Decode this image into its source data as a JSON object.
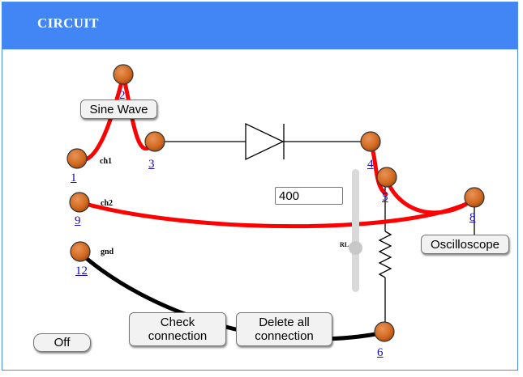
{
  "header": {
    "title": "CIRCUIT"
  },
  "terminals": [
    {
      "id": "1",
      "label": "1",
      "channel": "ch1"
    },
    {
      "id": "2",
      "label": "2"
    },
    {
      "id": "3",
      "label": "3"
    },
    {
      "id": "4",
      "label": "4"
    },
    {
      "id": "5",
      "label": "5"
    },
    {
      "id": "6",
      "label": "6"
    },
    {
      "id": "8",
      "label": "8"
    },
    {
      "id": "9",
      "label": "9",
      "channel": "ch2"
    },
    {
      "id": "12",
      "label": "12",
      "channel": "gnd"
    }
  ],
  "components": {
    "sine_wave_label": "Sine Wave",
    "oscilloscope_label": "Oscilloscope",
    "resistor_slider_label": "RL",
    "diode": "diode",
    "resistor": "resistor"
  },
  "resistance_input": {
    "value": "400"
  },
  "buttons": {
    "check": "Check connection",
    "delete": "Delete all connection",
    "off": "Off"
  },
  "wires": [
    {
      "from": "2",
      "to": "1",
      "color": "#ff0000"
    },
    {
      "from": "2",
      "to": "3",
      "color": "#ff0000"
    },
    {
      "from": "4",
      "to": "5",
      "color": "#ff0000"
    },
    {
      "from": "5",
      "to": "8",
      "color": "#ff0000"
    },
    {
      "from": "9",
      "to": "8",
      "color": "#ff0000"
    },
    {
      "from": "12",
      "to": "6",
      "color": "#000000"
    }
  ],
  "colors": {
    "header": "#4285f4",
    "terminal_fill": "#d2691e",
    "wire_red": "#ff0000",
    "wire_black": "#000000",
    "link": "#1a0dab"
  }
}
